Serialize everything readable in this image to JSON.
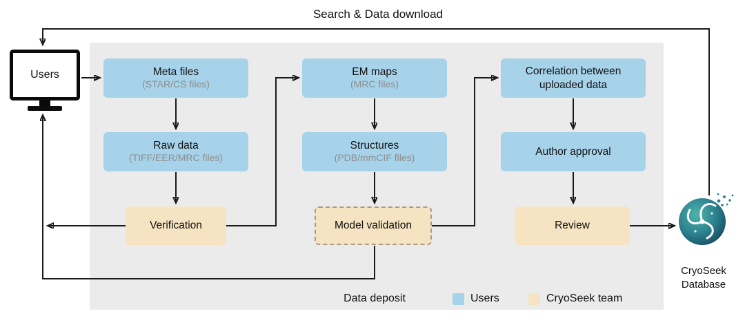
{
  "labels": {
    "search_download": "Search & Data download",
    "data_deposit": "Data deposit"
  },
  "users": {
    "label": "Users"
  },
  "boxes": {
    "meta": {
      "title": "Meta files",
      "sub": "(STAR/CS files)"
    },
    "raw": {
      "title": "Raw data",
      "sub": "(TIFF/EER/MRC files)"
    },
    "verification": {
      "title": "Verification"
    },
    "em_maps": {
      "title": "EM maps",
      "sub": "(MRC files)"
    },
    "structures": {
      "title": "Structures",
      "sub": "(PDB/mmCIF files)"
    },
    "model_validation": {
      "title": "Model validation"
    },
    "correlation": {
      "title": "Correlation between uploaded data"
    },
    "author_approval": {
      "title": "Author approval"
    },
    "review": {
      "title": "Review"
    }
  },
  "legend": {
    "users": {
      "label": "Users",
      "color": "#A7D3EA"
    },
    "team": {
      "label": "CryoSeek team",
      "color": "#F6E3C2"
    }
  },
  "database": {
    "label": "CryoSeek\nDatabase"
  },
  "colors": {
    "users_box": "#A7D3EA",
    "team_box": "#F6E3C2",
    "panel_background": "#EBEBEB",
    "line": "#1A1A1A",
    "sub_text": "#8C8C8C",
    "logo_teal_light": "#4FB3AC",
    "logo_teal_dark": "#123F55"
  }
}
